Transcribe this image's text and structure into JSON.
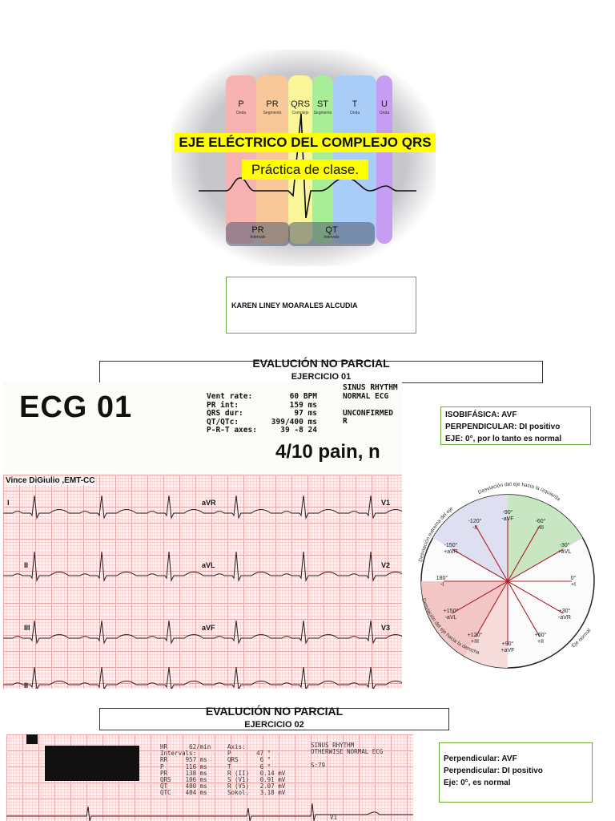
{
  "title_figure": {
    "waves": [
      {
        "label": "P",
        "sub": "Onda",
        "color": "#f6b3b1"
      },
      {
        "label": "PR",
        "sub": "Segmento",
        "color": "#f9c89a"
      },
      {
        "label": "QRS",
        "sub": "Complejo",
        "color": "#fbf59a"
      },
      {
        "label": "ST",
        "sub": "Segmento",
        "color": "#a8ee96"
      },
      {
        "label": "T",
        "sub": "Onda",
        "color": "#a9cdf7"
      },
      {
        "label": "U",
        "sub": "Onda",
        "color": "#c79cf3"
      }
    ],
    "intervals": [
      {
        "label": "PR",
        "sub": "Intervalo"
      },
      {
        "label": "QT",
        "sub": "Intervalo"
      }
    ],
    "title": "EJE ELÉCTRICO DEL COMPLEJO QRS",
    "subtitle": "Práctica de clase."
  },
  "author": "KAREN LINEY MOARALES ALCUDIA",
  "exercise1": {
    "header": "EVALUCIÓN NO PARCIAL",
    "sub": "EJERCICIO 01",
    "ecg": {
      "title": "ECG 01",
      "labels": [
        "Vent rate:",
        "PR int:",
        "QRS dur:",
        "QT/QTc:",
        "P-R-T axes:"
      ],
      "values": [
        "60 BPM",
        "159 ms",
        "97 ms",
        "399/400 ms",
        "39  -8  24"
      ],
      "interpretation": [
        "SINUS RHYTHM",
        "NORMAL ECG",
        "",
        "UNCONFIRMED R"
      ],
      "pain": "4/10 pain, n",
      "operator": "Vince DiGiulio ,EMT-CC",
      "leads": [
        "I",
        "aVR",
        "V1",
        "II",
        "aVL",
        "V2",
        "III",
        "aVF",
        "V3",
        "II"
      ]
    },
    "answer": [
      "ISOBIFÁSICA: AVF",
      "PERPENDICULAR: DI positivo",
      "EJE: 0°, por lo tanto es normal"
    ]
  },
  "axis_wheel": {
    "arc_labels": [
      "Desviación del eje hacia la izquierda",
      "Desviación extrema del eje",
      "Desviación del eje hacia la derecha",
      "Eje normal"
    ],
    "degrees": [
      [
        "-90°",
        "-aVF"
      ],
      [
        "-60°",
        "-III"
      ],
      [
        "-30°",
        "+aVL"
      ],
      [
        "0°",
        "+I"
      ],
      [
        "+30°",
        "-aVR"
      ],
      [
        "+60°",
        "+II"
      ],
      [
        "+90°",
        "+aVF"
      ],
      [
        "+120°",
        "+III"
      ],
      [
        "+150°",
        "-aVL"
      ],
      [
        "180°",
        "-I"
      ],
      [
        "-150°",
        "+aVR"
      ],
      [
        "-120°",
        "-II"
      ]
    ]
  },
  "exercise2": {
    "header": "EVALUCIÓN NO PARCIAL",
    "sub": "EJERCICIO 02",
    "ecg": {
      "col1": "HR      62/min\nIntervals:\nRR     957 ms\nP      116 ms\nPR     138 ms\nQRS    106 ms\nQT     400 ms\nQTC    404 ms",
      "col2": "Axis:\nP       47 °\nQRS      6 °\nT        6 °\nR (II)   0.14 mV\nS (V1)   0.91 mV\nR (V5)   2.07 mV\nSokol.   3.18 mV",
      "col3": "SINUS RHYTHM\nOTHERWISE NORMAL ECG\n\nS:79",
      "lead": "V1"
    },
    "answer": [
      "Perpendicular: AVF",
      "Perpendicular: DI positivo",
      "Eje: 0°, es normal"
    ]
  }
}
